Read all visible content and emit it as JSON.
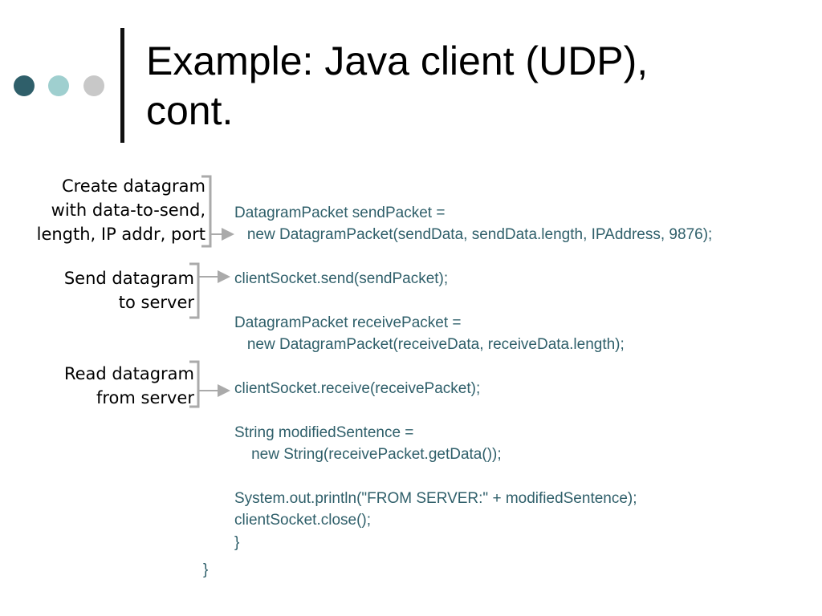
{
  "slide": {
    "title_lines": [
      "Example: Java client (UDP),",
      "cont."
    ],
    "accent_colors": {
      "dot_dark": "#2f5f6a",
      "dot_light": "#9fcfcf",
      "dot_gray": "#c8c8c8",
      "code_text": "#2f5f6a",
      "bracket": "#aaaaaa"
    }
  },
  "annotations": [
    {
      "lines": [
        "Create datagram",
        "with data-to-send,",
        "length, IP addr, port"
      ]
    },
    {
      "lines": [
        "Send datagram",
        "to server"
      ]
    },
    {
      "lines": [
        "Read datagram",
        "from server"
      ]
    }
  ],
  "code_lines": [
    "DatagramPacket sendPacket =",
    "   new DatagramPacket(sendData, sendData.length, IPAddress, 9876);",
    "",
    "clientSocket.send(sendPacket);",
    "",
    "DatagramPacket receivePacket =",
    "   new DatagramPacket(receiveData, receiveData.length);",
    "",
    "clientSocket.receive(receivePacket);",
    "",
    "String modifiedSentence =",
    "    new String(receivePacket.getData());",
    "",
    "System.out.println(\"FROM SERVER:\" + modifiedSentence);",
    "clientSocket.close();",
    "}"
  ],
  "closing_brace": "}"
}
